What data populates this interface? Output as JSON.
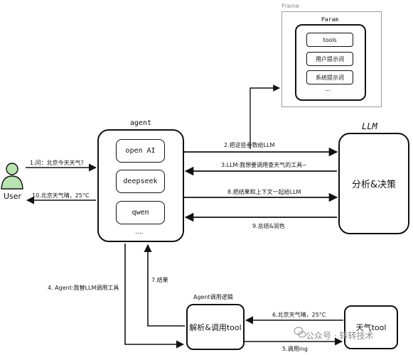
{
  "frame": {
    "title": "Frame"
  },
  "param": {
    "title": "Param",
    "items": [
      "tools",
      "用户提示词",
      "系统提示词"
    ],
    "ellipsis": "..."
  },
  "agent": {
    "title": "agent",
    "models": [
      "open AI",
      "deepseek",
      "qwen"
    ],
    "ellipsis": "...."
  },
  "llm": {
    "title": "LLM",
    "body": "分析&决策"
  },
  "user": {
    "label": "User"
  },
  "parser": {
    "title": "Agent调用逻辑",
    "body": "解析&调用tool"
  },
  "weather_tool": {
    "body": "天气tool"
  },
  "arrows": {
    "a1": "1.问：北京今天天气?",
    "a2": "2.把这些参数给LLM",
    "a3": "3.LLM:我想要调用查天气的工具~",
    "a4": "4. Agent:我替LLM调用工具",
    "a5": "5.调用ing",
    "a6": "6.北京天气晴，25°C",
    "a7": "7.结果",
    "a8": "8.把结果和上下文一起给LLM",
    "a9": "9.总结&润色",
    "a10": "10.北京天气晴，25°C"
  },
  "watermark": {
    "text": "公众号 · 转转技术"
  },
  "colors": {
    "stroke": "#111111",
    "frame_border": "#9a9a9a",
    "user_fill": "#b9e3b0",
    "watermark": "#8c8c8c"
  }
}
